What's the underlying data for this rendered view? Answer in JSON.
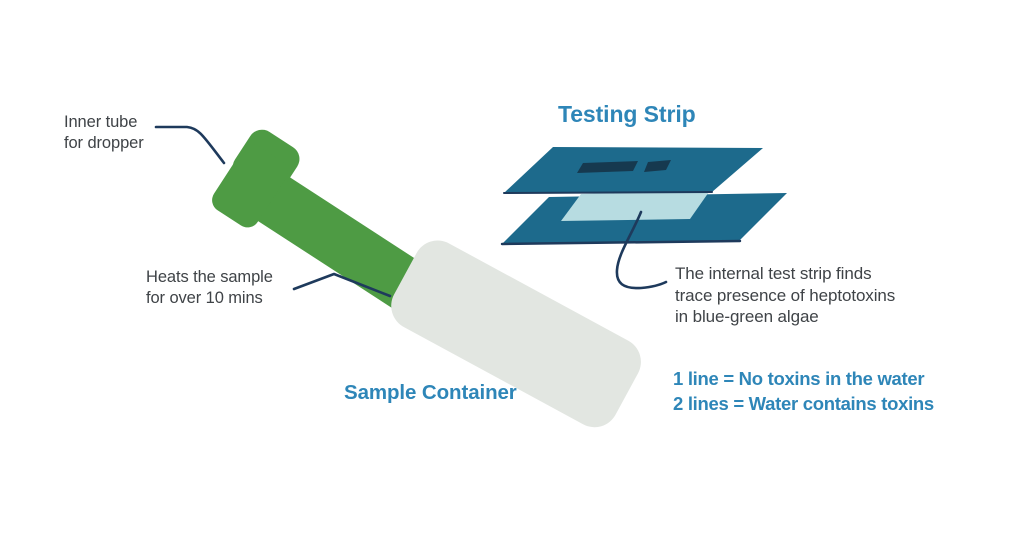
{
  "diagram": {
    "title": "Testing Strip",
    "labels": {
      "sample_container": "Sample Container",
      "inner_tube": {
        "line1": "Inner tube",
        "line2": "for dropper"
      },
      "heats": {
        "line1": "Heats the sample",
        "line2": "for over 10 mins"
      },
      "strip_description": {
        "line1": "The internal test strip finds",
        "line2": "trace presence of heptotoxins",
        "line3": "in blue-green algae"
      },
      "results": {
        "line1": "1 line = No toxins in the water",
        "line2": "2 lines = Water contains toxins"
      }
    },
    "shapes": {
      "dropper": "green dropper with inner tube cap",
      "container": "light gray sample container tube",
      "strip_layers": [
        "top cover with result windows",
        "internal test strip",
        "bottom cover"
      ]
    },
    "colors": {
      "dropper_green": "#4e9b44",
      "strip_teal": "#1d6a8c",
      "result_window_navy": "#16394f",
      "internal_strip_light_blue": "#b7dce1",
      "container_gray": "#e2e6e1",
      "leader_line_navy": "#1e3a5c",
      "accent_blue_text": "#2e86b8",
      "body_text": "#3f4347",
      "background": "#ffffff"
    }
  }
}
